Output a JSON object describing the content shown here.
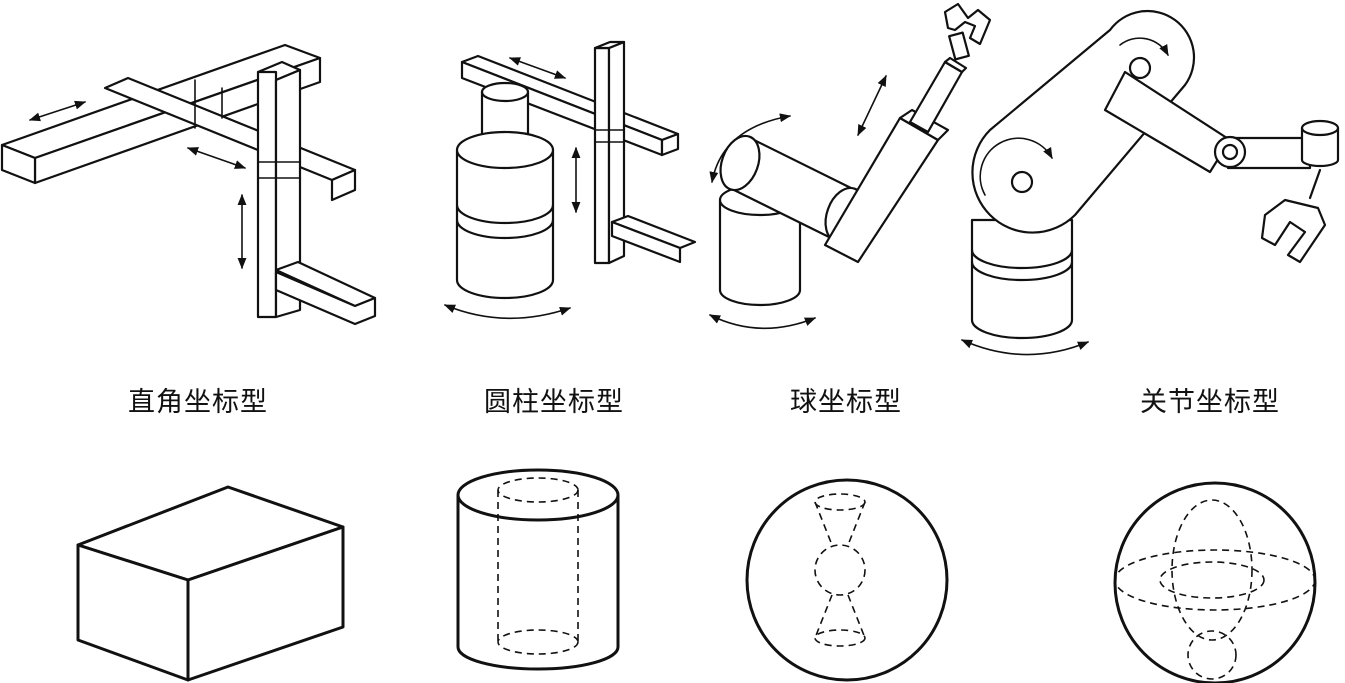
{
  "types": [
    {
      "label": "直角坐标型"
    },
    {
      "label": "圆柱坐标型"
    },
    {
      "label": "球坐标型"
    },
    {
      "label": "关节坐标型"
    }
  ]
}
